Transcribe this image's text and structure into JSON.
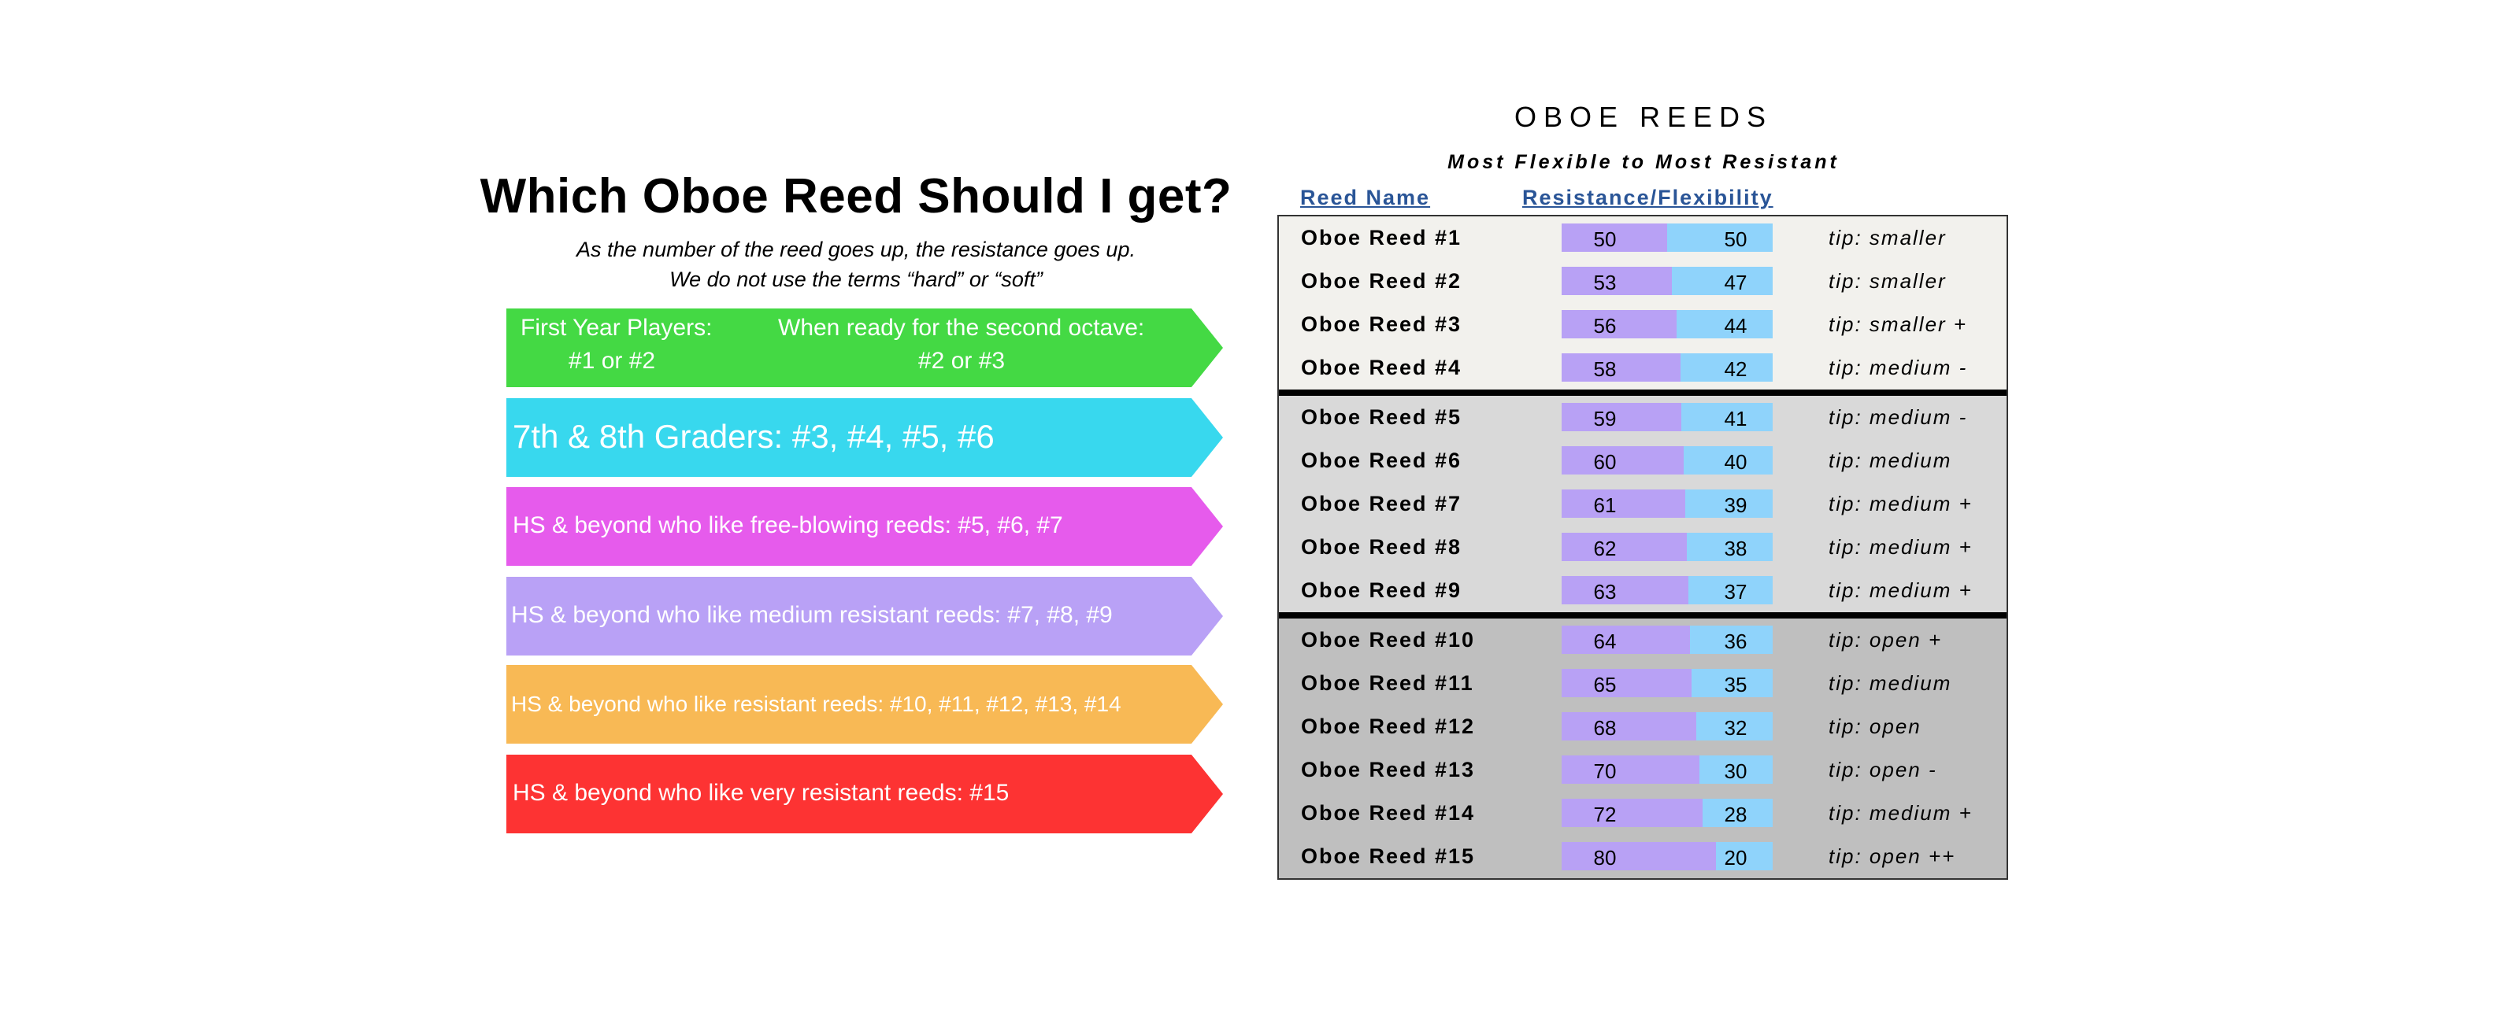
{
  "left": {
    "title": "Which Oboe Reed Should I get?",
    "subtitle_line1": "As the number of the reed goes up, the resistance goes up.",
    "subtitle_line2": "We do not use the terms “hard” or “soft”",
    "arrows": [
      {
        "color": "#44d944",
        "col1_line1": "First Year Players:",
        "col1_line2": "#1 or #2",
        "col2_line1": "When ready for the second octave:",
        "col2_line2": "#2 or #3"
      },
      {
        "color": "#38d8ee",
        "text": "7th & 8th Graders: #3, #4, #5, #6"
      },
      {
        "color": "#e65bec",
        "text": "HS & beyond who like free-blowing reeds: #5, #6, #7"
      },
      {
        "color": "#b9a1f6",
        "text": "HS & beyond who like medium resistant reeds: #7, #8, #9"
      },
      {
        "color": "#f8b955",
        "text": "HS & beyond who like resistant reeds: #10, #11, #12, #13, #14"
      },
      {
        "color": "#fd3333",
        "text": "HS & beyond who like very resistant reeds: #15"
      }
    ]
  },
  "table": {
    "title": "OBOE REEDS",
    "subtitle": "Most Flexible to Most Resistant",
    "header_name": "Reed Name",
    "header_scale": "Resistance/Flexibility",
    "colors": {
      "resistance": "#b8a1f5",
      "flexibility": "#8fd3fb"
    },
    "groups": [
      {
        "bg": "#f2f1ed",
        "rows": [
          {
            "name": "Oboe Reed #1",
            "resistance": 50,
            "flexibility": 50,
            "tip": "tip: smaller"
          },
          {
            "name": "Oboe Reed #2",
            "resistance": 53,
            "flexibility": 47,
            "tip": "tip: smaller"
          },
          {
            "name": "Oboe Reed #3",
            "resistance": 56,
            "flexibility": 44,
            "tip": "tip: smaller +"
          },
          {
            "name": "Oboe Reed #4",
            "resistance": 58,
            "flexibility": 42,
            "tip": "tip: medium -"
          }
        ]
      },
      {
        "bg": "#d9d9d9",
        "rows": [
          {
            "name": "Oboe Reed #5",
            "resistance": 59,
            "flexibility": 41,
            "tip": "tip: medium -"
          },
          {
            "name": "Oboe Reed #6",
            "resistance": 60,
            "flexibility": 40,
            "tip": "tip: medium"
          },
          {
            "name": "Oboe Reed #7",
            "resistance": 61,
            "flexibility": 39,
            "tip": "tip: medium +"
          },
          {
            "name": "Oboe Reed #8",
            "resistance": 62,
            "flexibility": 38,
            "tip": "tip: medium +"
          },
          {
            "name": "Oboe Reed #9",
            "resistance": 63,
            "flexibility": 37,
            "tip": "tip: medium +"
          }
        ]
      },
      {
        "bg": "#bfbfbf",
        "rows": [
          {
            "name": "Oboe Reed #10",
            "resistance": 64,
            "flexibility": 36,
            "tip": "tip: open +"
          },
          {
            "name": "Oboe Reed #11",
            "resistance": 65,
            "flexibility": 35,
            "tip": "tip: medium"
          },
          {
            "name": "Oboe Reed #12",
            "resistance": 68,
            "flexibility": 32,
            "tip": "tip: open"
          },
          {
            "name": "Oboe Reed #13",
            "resistance": 70,
            "flexibility": 30,
            "tip": "tip: open -"
          },
          {
            "name": "Oboe Reed #14",
            "resistance": 72,
            "flexibility": 28,
            "tip": "tip: medium +"
          },
          {
            "name": "Oboe Reed #15",
            "resistance": 80,
            "flexibility": 20,
            "tip": "tip: open ++"
          }
        ]
      }
    ]
  }
}
